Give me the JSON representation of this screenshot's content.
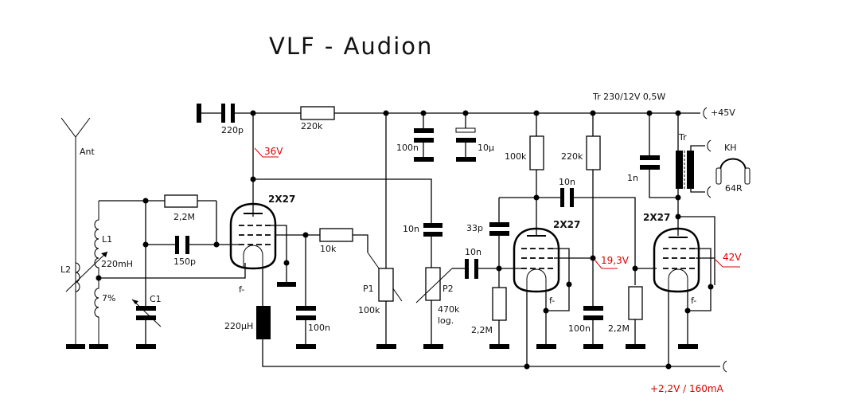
{
  "title": "VLF - Audion",
  "labels": {
    "ant": "Ant",
    "l1": "L1",
    "l1_value": "220mH",
    "l2": "L2",
    "tap": "7%",
    "c1": "C1",
    "c_in": "220p",
    "r_top": "220k",
    "v1_plate": "36V",
    "grid_res": "2,2M",
    "grid_cap": "150p",
    "tube1": "2X27",
    "tube2": "2X27",
    "tube3": "2X27",
    "filament1": "f-",
    "filament2": "f-",
    "filament3": "f-",
    "choke": "220µH",
    "decouple1": "100n",
    "r_10k": "10k",
    "p1": "P1",
    "p1_value": "100k",
    "c_10n_a": "10n",
    "p2": "P2",
    "p2_value": "470k",
    "p2_taper": "log.",
    "c_100n_top": "100n",
    "c_10u": "10µ",
    "c_10n_b": "10n",
    "c_33p": "33p",
    "r_2m2_b": "2,2M",
    "r_100k": "100k",
    "r_220k_b": "220k",
    "c_10n_c": "10n",
    "v2_screen": "19,3V",
    "c_100n_b": "100n",
    "r_2m2_c": "2,2M",
    "c_1n": "1n",
    "transformer": "Tr",
    "transformer_spec": "Tr 230/12V 0,5W",
    "supply_hv": "+45V",
    "headphones": "KH",
    "headphones_imp": "64R",
    "v3_screen": "42V",
    "supply_fil": "+2,2V / 160mA"
  },
  "colors": {
    "annotation": "#e00000",
    "ink": "#000000"
  }
}
